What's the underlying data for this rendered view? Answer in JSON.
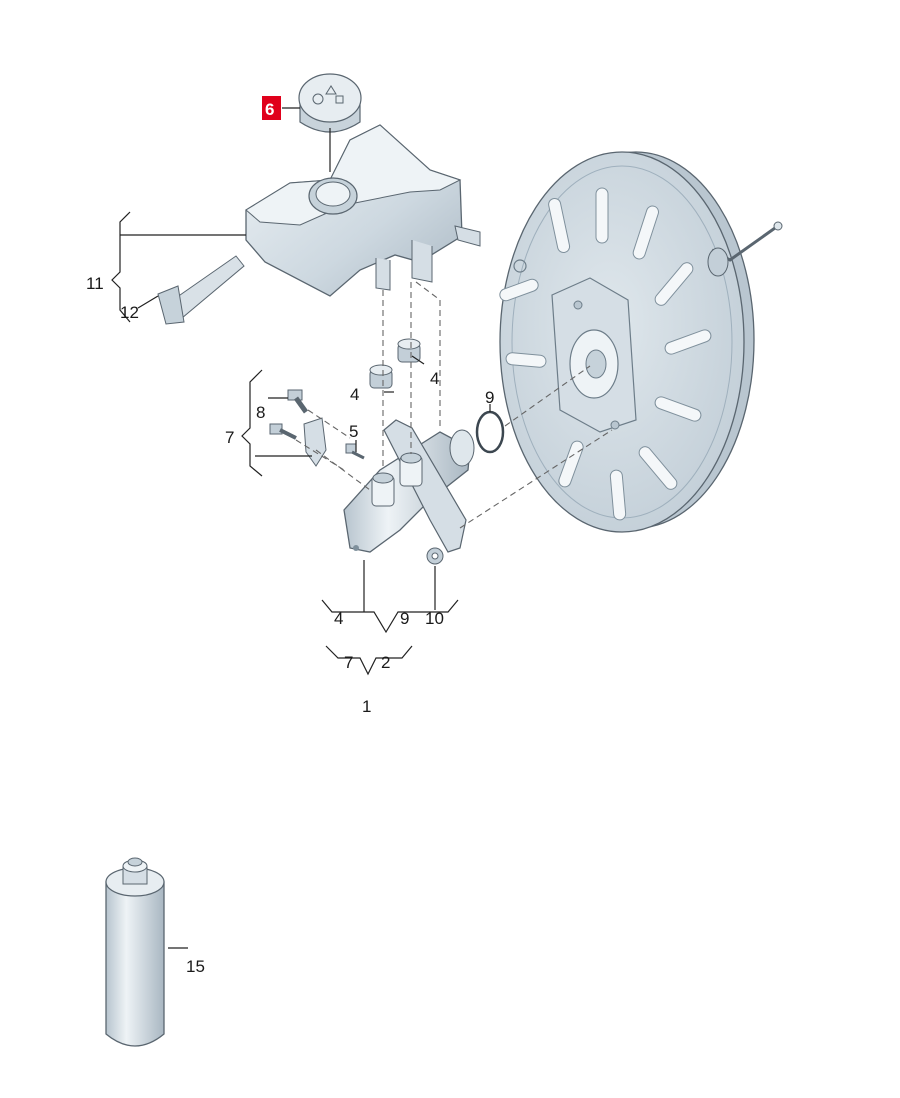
{
  "diagram": {
    "highlight_color": "#e0001b",
    "part_color": "#cdd8e0",
    "callouts": {
      "reservoir_cap": "6",
      "reservoir": "11",
      "sensor": "12",
      "grommet_left": "4",
      "grommet_right": "4",
      "oring": "9",
      "screw_8": "8",
      "bracket_7": "7",
      "bolt_5": "5",
      "group_4": "4",
      "group_9": "9",
      "nut_10": "10",
      "group_7": "7",
      "group_2": "2",
      "master_cylinder": "1",
      "fluid_bottle": "15"
    }
  }
}
